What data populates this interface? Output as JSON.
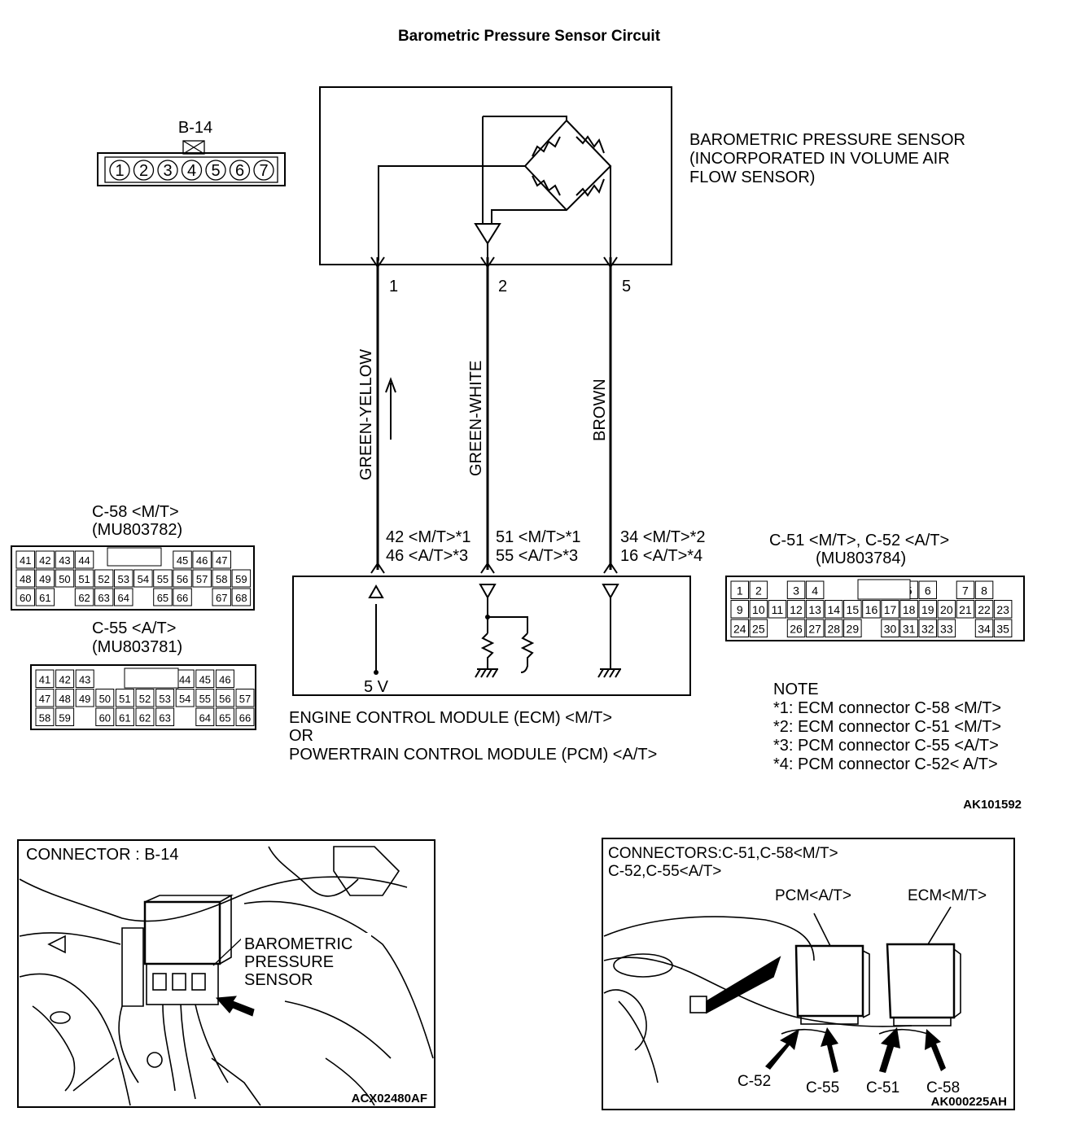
{
  "title": "Barometric Pressure Sensor Circuit",
  "figure_code_top": "AK101592",
  "sensor": {
    "label_lines": [
      "BAROMETRIC PRESSURE SENSOR",
      "(INCORPORATED IN VOLUME AIR",
      "FLOW SENSOR)"
    ]
  },
  "b14": {
    "label": "B-14",
    "pins": [
      "1",
      "2",
      "3",
      "4",
      "5",
      "6",
      "7"
    ]
  },
  "wires": [
    {
      "pin": "1",
      "color": "GREEN-YELLOW",
      "ecm_line1": "42 <M/T>*1",
      "ecm_line2": "46 <A/T>*3"
    },
    {
      "pin": "2",
      "color": "GREEN-WHITE",
      "ecm_line1": "51 <M/T>*1",
      "ecm_line2": "55 <A/T>*3"
    },
    {
      "pin": "5",
      "color": "BROWN",
      "ecm_line1": "34 <M/T>*2",
      "ecm_line2": "16 <A/T>*4"
    }
  ],
  "voltage_label": "5 V",
  "module": {
    "line1": "ENGINE CONTROL MODULE (ECM) <M/T>",
    "line2": "OR",
    "line3": "POWERTRAIN CONTROL MODULE (PCM) <A/T>"
  },
  "c58": {
    "title": "C-58 <M/T>",
    "part": "(MU803782)",
    "rows": [
      [
        "41",
        "42",
        "43",
        "44",
        "",
        "",
        "",
        "",
        "45",
        "46",
        "47"
      ],
      [
        "48",
        "49",
        "50",
        "51",
        "52",
        "53",
        "54",
        "55",
        "56",
        "57",
        "58",
        "59"
      ],
      [
        "60",
        "61",
        "",
        "62",
        "63",
        "64",
        "",
        "65",
        "66",
        "",
        "67",
        "68"
      ]
    ]
  },
  "c55": {
    "title": "C-55 <A/T>",
    "part": "(MU803781)",
    "rows": [
      [
        "41",
        "42",
        "43",
        "",
        "",
        "",
        "",
        "44",
        "45",
        "46"
      ],
      [
        "47",
        "48",
        "49",
        "50",
        "51",
        "52",
        "53",
        "54",
        "55",
        "56",
        "57"
      ],
      [
        "58",
        "59",
        "",
        "60",
        "61",
        "62",
        "63",
        "",
        "64",
        "65",
        "66"
      ]
    ]
  },
  "c51": {
    "title": "C-51 <M/T>, C-52 <A/T>",
    "part": "(MU803784)",
    "rows": [
      [
        "1",
        "2",
        "",
        "3",
        "4",
        "",
        "",
        "",
        "",
        "5",
        "6",
        "",
        "7",
        "8"
      ],
      [
        "9",
        "10",
        "11",
        "12",
        "13",
        "14",
        "15",
        "16",
        "17",
        "18",
        "19",
        "20",
        "21",
        "22",
        "23"
      ],
      [
        "24",
        "25",
        "",
        "26",
        "27",
        "28",
        "29",
        "",
        "30",
        "31",
        "32",
        "33",
        "",
        "34",
        "35"
      ]
    ]
  },
  "notes": {
    "heading": "NOTE",
    "items": [
      "*1: ECM connector C-58 <M/T>",
      "*2: ECM connector C-51 <M/T>",
      "*3: PCM connector C-55 <A/T>",
      "*4: PCM connector C-52< A/T>"
    ]
  },
  "photo_left": {
    "heading": "CONNECTOR : B-14",
    "callout_lines": [
      "BAROMETRIC",
      "PRESSURE",
      "SENSOR"
    ],
    "code": "ACX02480AF"
  },
  "photo_right": {
    "heading_line1": "CONNECTORS:C-51,C-58<M/T>",
    "heading_line2": "C-52,C-55<A/T>",
    "pcm_label": "PCM<A/T>",
    "ecm_label": "ECM<M/T>",
    "connector_labels": [
      "C-52",
      "C-55",
      "C-51",
      "C-58"
    ],
    "code": "AK000225AH"
  }
}
